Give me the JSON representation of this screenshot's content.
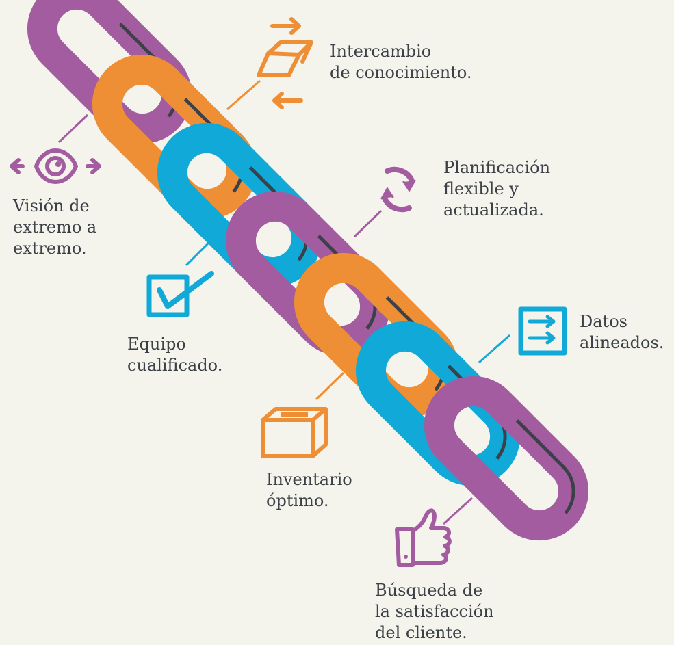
{
  "colors": {
    "background": "#f4f3ec",
    "purple": "#a35ca0",
    "orange": "#ee8f35",
    "blue": "#10a9d8",
    "dark": "#3b4147"
  },
  "chain": {
    "links": [
      "purple",
      "orange",
      "blue",
      "purple",
      "orange",
      "blue",
      "purple"
    ]
  },
  "items": [
    {
      "id": "knowledge",
      "icon": "book-exchange-icon",
      "color": "orange",
      "lines": [
        "Intercambio",
        "de conocimiento."
      ]
    },
    {
      "id": "vision",
      "icon": "eye-icon",
      "color": "purple",
      "lines": [
        "Visión de",
        "extremo a",
        "extremo."
      ]
    },
    {
      "id": "planning",
      "icon": "refresh-icon",
      "color": "purple",
      "lines": [
        "Planificación",
        "flexible y",
        "actualizada."
      ]
    },
    {
      "id": "team",
      "icon": "checkbox-icon",
      "color": "blue",
      "lines": [
        "Equipo",
        "cualificado."
      ]
    },
    {
      "id": "data",
      "icon": "aligned-arrows-icon",
      "color": "blue",
      "lines": [
        "Datos",
        "alineados."
      ]
    },
    {
      "id": "inventory",
      "icon": "box-icon",
      "color": "orange",
      "lines": [
        "Inventario",
        "óptimo."
      ]
    },
    {
      "id": "satisfaction",
      "icon": "thumbs-up-icon",
      "color": "purple",
      "lines": [
        "Búsqueda de",
        "la satisfacción",
        "del cliente."
      ]
    }
  ]
}
